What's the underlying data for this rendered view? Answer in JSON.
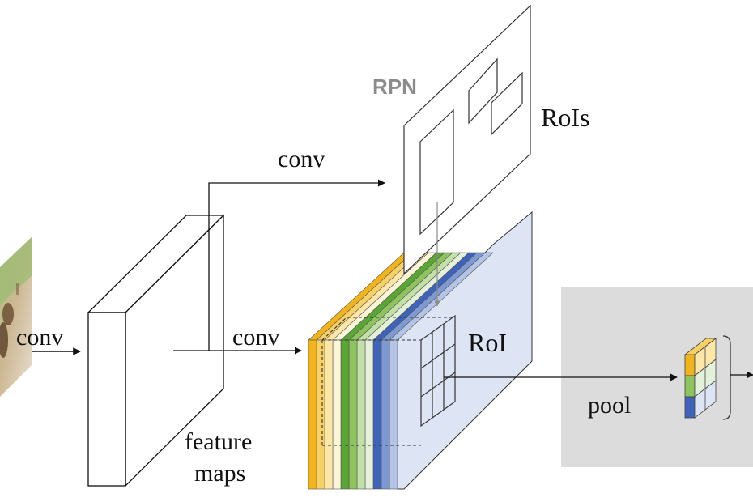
{
  "labels": {
    "rpn": "RPN",
    "rois": "RoIs",
    "conv_input": "conv",
    "conv_rpn": "conv",
    "conv_features": "conv",
    "roi": "RoI",
    "pool": "pool",
    "feature_maps_line1": "feature",
    "feature_maps_line2": "maps"
  },
  "colors": {
    "gold": "#f0b41e",
    "gold_mid": "#f7d068",
    "gold_light": "#fbe7a8",
    "cream": "#fdf5d8",
    "green_dark": "#5aa536",
    "green_mid": "#8fc35f",
    "green_light": "#c3e0a8",
    "green_pale": "#e4f0da",
    "blue_dark": "#3e63b8",
    "blue_mid": "#7f9ad3",
    "blue_light": "#b3c4e6",
    "blue_pale": "#dde5f4",
    "panel_gray": "#dcdcdc",
    "arrow": "#111111"
  },
  "icons": {
    "input_image": "photo-thumbnail"
  }
}
